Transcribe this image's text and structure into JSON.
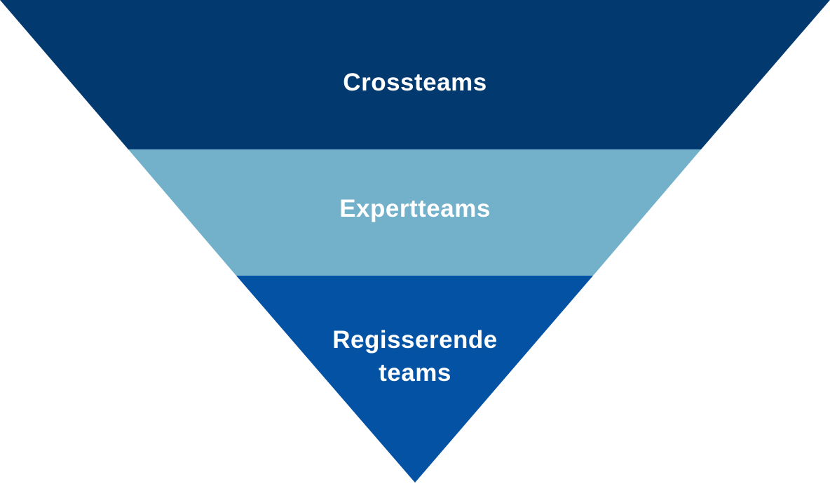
{
  "funnel": {
    "layers": [
      {
        "label": "Crossteams",
        "color": "#023a70"
      },
      {
        "label": "Expertteams",
        "color": "#72b1c9"
      },
      {
        "label_line1": "Regisserende",
        "label_line2": "teams",
        "color": "#0352a4"
      }
    ]
  }
}
